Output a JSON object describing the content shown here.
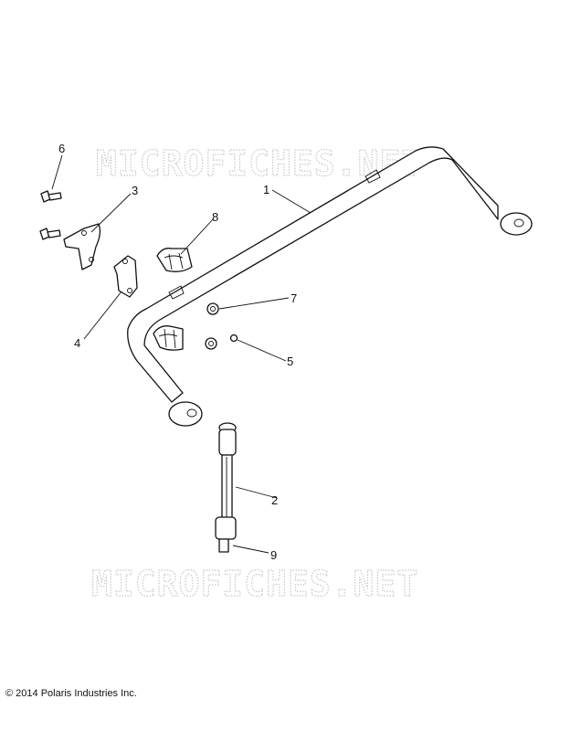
{
  "watermark": {
    "top": "MICROFICHES.NET",
    "bottom": "MICROFICHES.NET"
  },
  "callouts": {
    "c1": "1",
    "c2": "2",
    "c3": "3",
    "c4": "4",
    "c5": "5",
    "c6": "6",
    "c7": "7",
    "c8": "8",
    "c9": "9"
  },
  "footer": {
    "copyright": "© 2014 Polaris Industries Inc."
  }
}
